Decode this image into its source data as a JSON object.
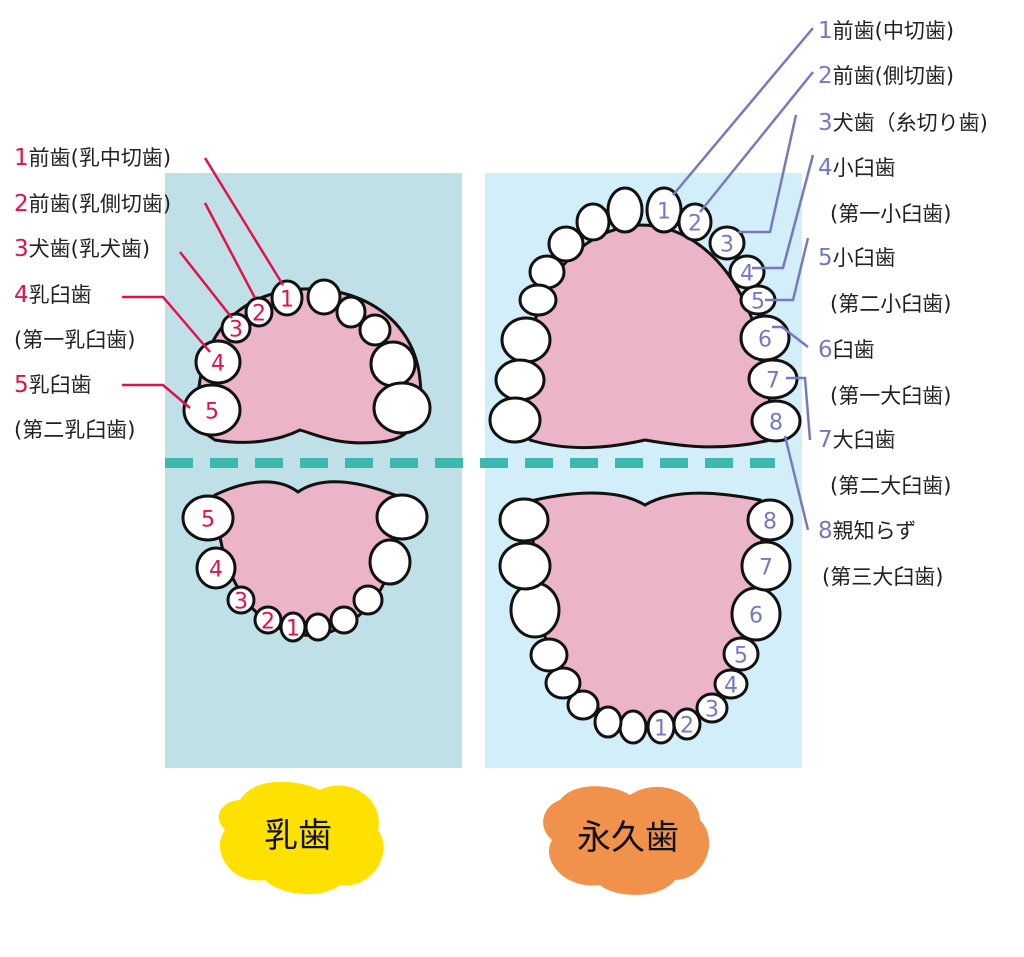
{
  "colors": {
    "primary_panel": "#c0e0e8",
    "permanent_panel": "#d2eef9",
    "divider": "#3db8ae",
    "palate": "#ecb4c8",
    "primary_accent": "#e4104a",
    "permanent_accent": "#7479c2",
    "primary_badge": "#ffe100",
    "permanent_badge": "#f0924c"
  },
  "primary": {
    "caption": "乳歯",
    "labels": [
      {
        "num": "1",
        "text": "前歯(乳中切歯)"
      },
      {
        "num": "2",
        "text": "前歯(乳側切歯)"
      },
      {
        "num": "3",
        "text": "犬歯(乳犬歯)"
      },
      {
        "num": "4",
        "text": "乳臼歯",
        "sub": "(第一乳臼歯)"
      },
      {
        "num": "5",
        "text": "乳臼歯",
        "sub": "(第二乳臼歯)"
      }
    ],
    "upper_tooth_numbers": [
      "1",
      "2",
      "3",
      "4",
      "5"
    ],
    "lower_tooth_numbers": [
      "1",
      "2",
      "3",
      "4",
      "5"
    ]
  },
  "permanent": {
    "caption": "永久歯",
    "labels": [
      {
        "num": "1",
        "text": "前歯(中切歯)"
      },
      {
        "num": "2",
        "text": "前歯(側切歯)"
      },
      {
        "num": "3",
        "text": "犬歯（糸切り歯)"
      },
      {
        "num": "4",
        "text": "小臼歯",
        "sub": "(第一小臼歯)"
      },
      {
        "num": "5",
        "text": "小臼歯",
        "sub": "(第二小臼歯)"
      },
      {
        "num": "6",
        "text": "臼歯",
        "sub": "(第一大臼歯)"
      },
      {
        "num": "7",
        "text": "大臼歯",
        "sub": "(第二大臼歯)"
      },
      {
        "num": "8",
        "text": "親知らず",
        "sub": "(第三大臼歯)"
      }
    ],
    "upper_tooth_numbers": [
      "1",
      "2",
      "3",
      "4",
      "5",
      "6",
      "7",
      "8"
    ],
    "lower_tooth_numbers": [
      "1",
      "2",
      "3",
      "4",
      "5",
      "6",
      "7",
      "8"
    ]
  }
}
